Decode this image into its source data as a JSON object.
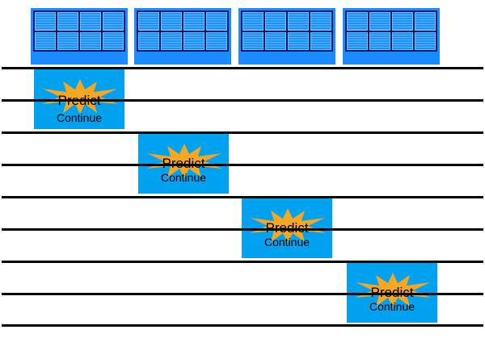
{
  "banks": [
    {
      "cells": 8
    },
    {
      "cells": 8
    },
    {
      "cells": 8
    },
    {
      "cells": 8
    }
  ],
  "steps": [
    {
      "predict_label": "Predict",
      "continue_label": "Continue"
    },
    {
      "predict_label": "Predict",
      "continue_label": "Continue"
    },
    {
      "predict_label": "Predict",
      "continue_label": "Continue"
    },
    {
      "predict_label": "Predict",
      "continue_label": "Continue"
    }
  ],
  "colors": {
    "bank_frame": "#1a8cff",
    "bank_inner": "#0a1a6b",
    "step_box": "#00a2f0",
    "burst": "#f5a623",
    "rule": "#000000"
  }
}
